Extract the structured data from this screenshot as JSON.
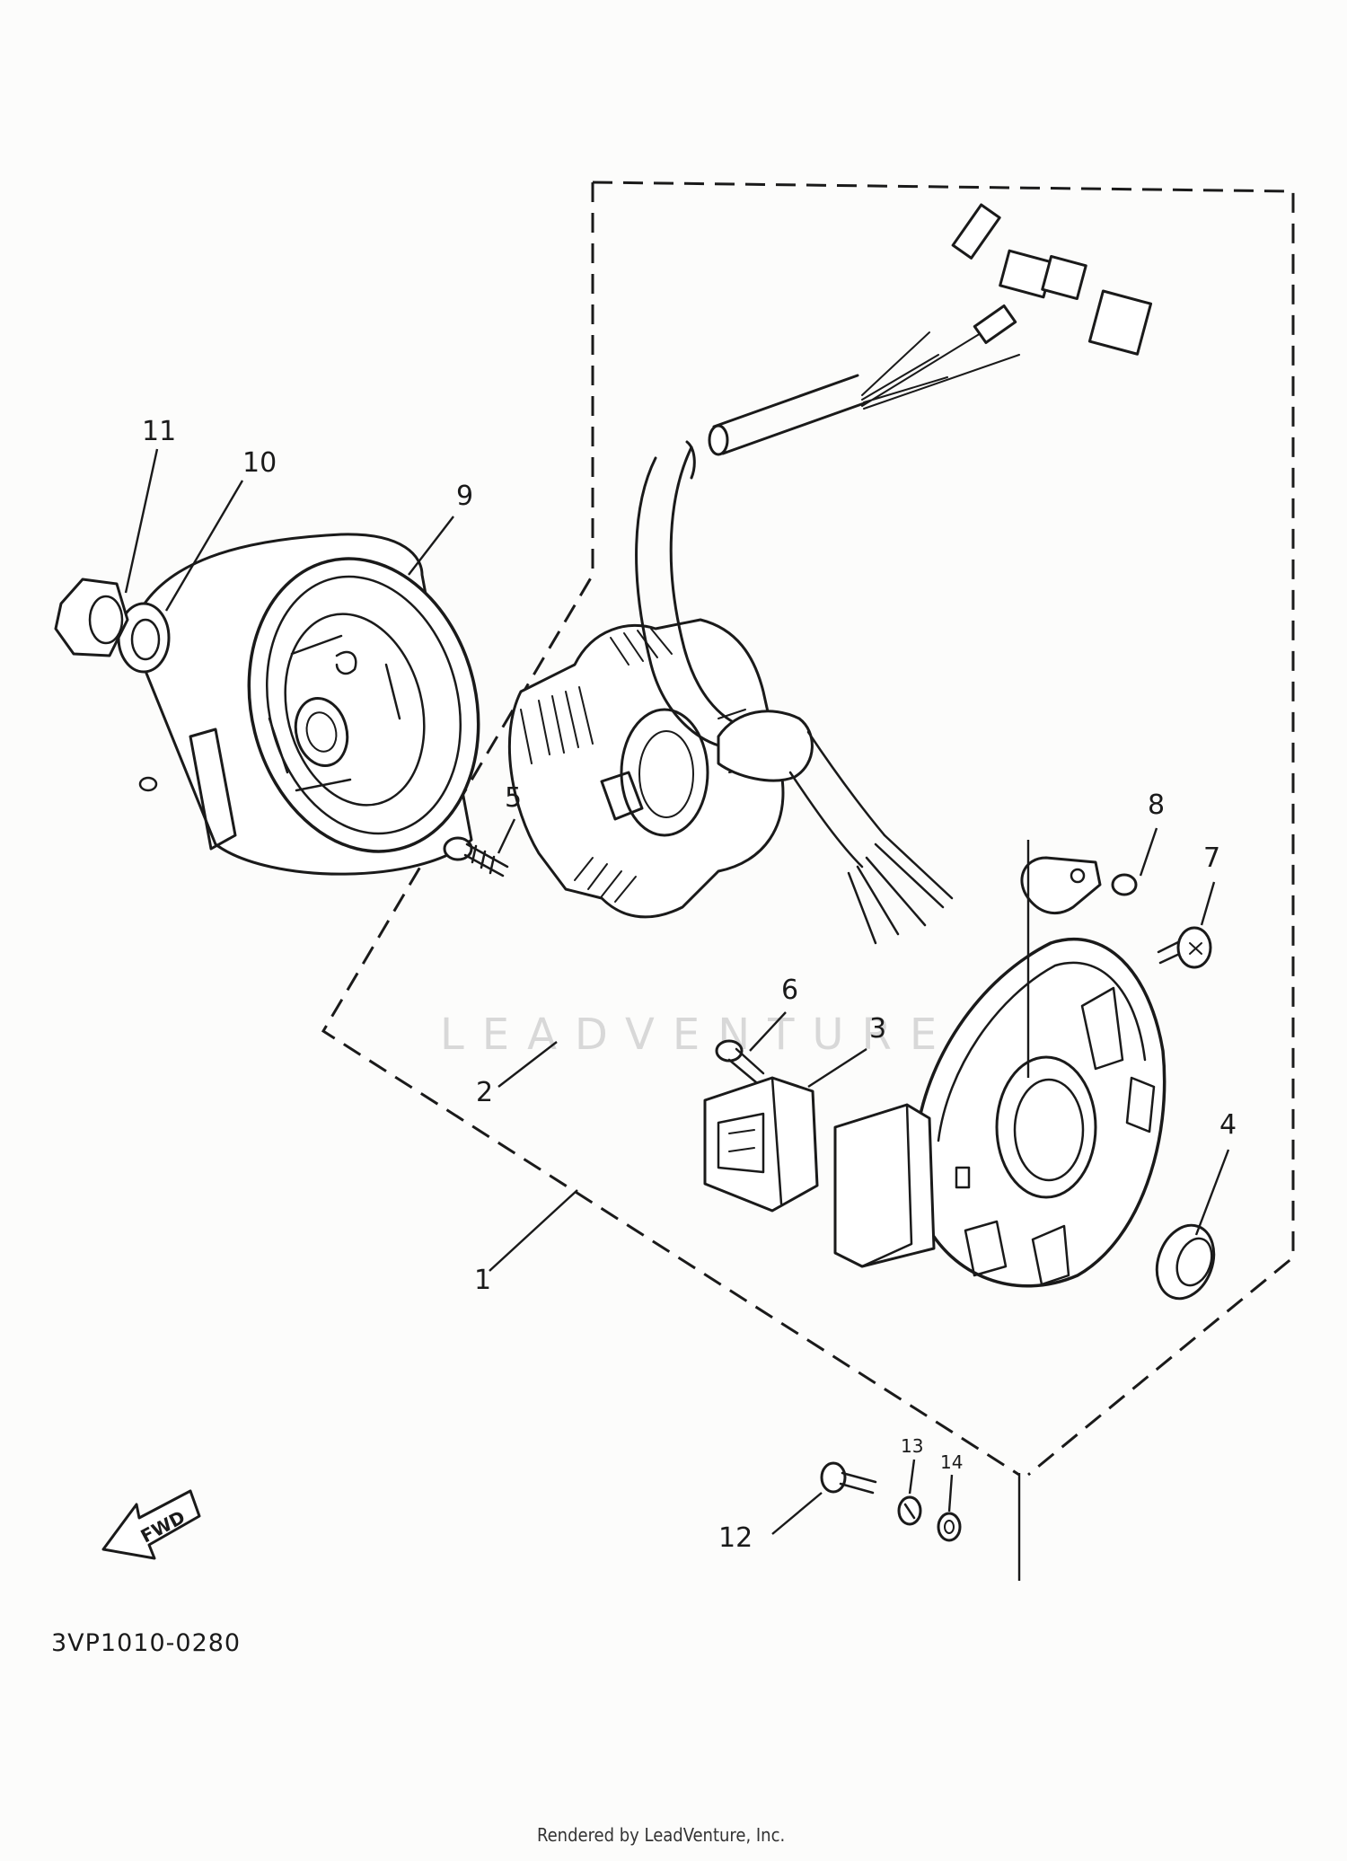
{
  "diagram": {
    "figure_code": "3VP1010-0280",
    "direction_label": "FWD",
    "watermark": "LEADVENTURE",
    "footer": "Rendered by LeadVenture, Inc.",
    "callouts": [
      {
        "id": "1",
        "label": "1"
      },
      {
        "id": "2",
        "label": "2"
      },
      {
        "id": "3",
        "label": "3"
      },
      {
        "id": "4",
        "label": "4"
      },
      {
        "id": "5",
        "label": "5"
      },
      {
        "id": "6",
        "label": "6"
      },
      {
        "id": "7",
        "label": "7"
      },
      {
        "id": "8",
        "label": "8"
      },
      {
        "id": "9",
        "label": "9"
      },
      {
        "id": "10",
        "label": "10"
      },
      {
        "id": "11",
        "label": "11"
      },
      {
        "id": "12",
        "label": "12"
      },
      {
        "id": "13",
        "label": "13"
      },
      {
        "id": "14",
        "label": "14"
      }
    ]
  }
}
